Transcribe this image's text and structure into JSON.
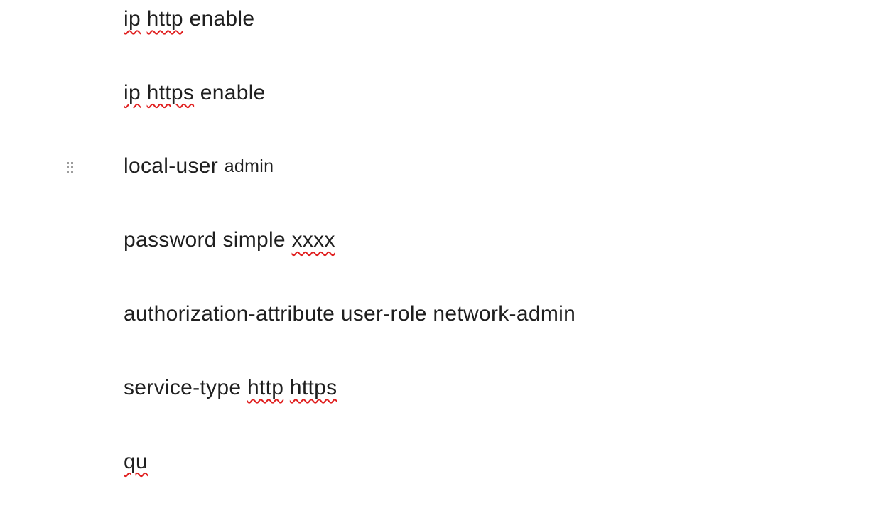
{
  "colors": {
    "text": "#1f1f1f",
    "squiggle": "#e02020",
    "drag_handle": "#9d9d9d",
    "background": "#ffffff"
  },
  "icons": {
    "drag_handle": "grip-dots-2x3"
  },
  "document": {
    "lines": [
      {
        "segments": [
          {
            "text": "ip",
            "misspelled": true
          },
          {
            "text": " ",
            "misspelled": false
          },
          {
            "text": "http",
            "misspelled": true
          },
          {
            "text": " enable",
            "misspelled": false
          }
        ]
      },
      {
        "segments": [
          {
            "text": "ip",
            "misspelled": true
          },
          {
            "text": " ",
            "misspelled": false
          },
          {
            "text": "https",
            "misspelled": true
          },
          {
            "text": " enable",
            "misspelled": false
          }
        ]
      },
      {
        "segments": [
          {
            "text": "local-user ",
            "misspelled": false
          },
          {
            "text": "admin",
            "misspelled": false,
            "small": true
          }
        ]
      },
      {
        "segments": [
          {
            "text": "password simple ",
            "misspelled": false
          },
          {
            "text": "xxxx",
            "misspelled": true
          }
        ]
      },
      {
        "segments": [
          {
            "text": "authorization-attribute user-role network-admin",
            "misspelled": false
          }
        ]
      },
      {
        "segments": [
          {
            "text": "service-type ",
            "misspelled": false
          },
          {
            "text": "http",
            "misspelled": true
          },
          {
            "text": " ",
            "misspelled": false
          },
          {
            "text": "https",
            "misspelled": true
          }
        ]
      },
      {
        "segments": [
          {
            "text": "qu",
            "misspelled": true
          }
        ]
      }
    ]
  }
}
